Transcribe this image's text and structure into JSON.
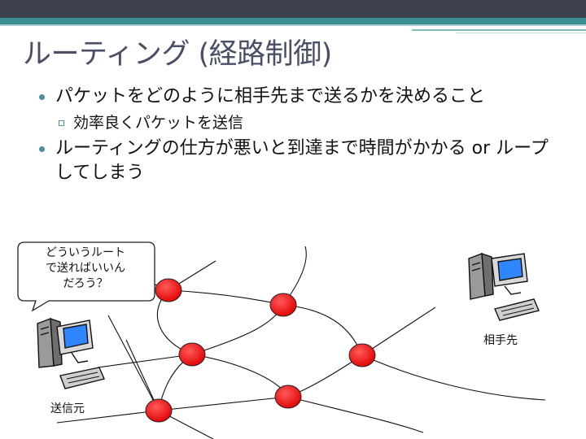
{
  "title": "ルーティング (経路制御)",
  "bullets": [
    {
      "level": 1,
      "text": "パケットをどのように相手先まで送るかを決めること"
    },
    {
      "level": 2,
      "text": "効率良くパケットを送信"
    },
    {
      "level": 1,
      "text": "ルーティングの仕方が悪いと到達まで時間がかかる or ループしてしまう"
    }
  ],
  "diagram": {
    "speech_bubble": {
      "line1": "どういうルート",
      "line2": "で送ればいいん",
      "line3": "だろう？"
    },
    "sender_label": "送信元",
    "receiver_label": "相手先",
    "colors": {
      "router": "#ff0000",
      "screen": "#2f86ff",
      "accent": "#3b8f93"
    }
  }
}
